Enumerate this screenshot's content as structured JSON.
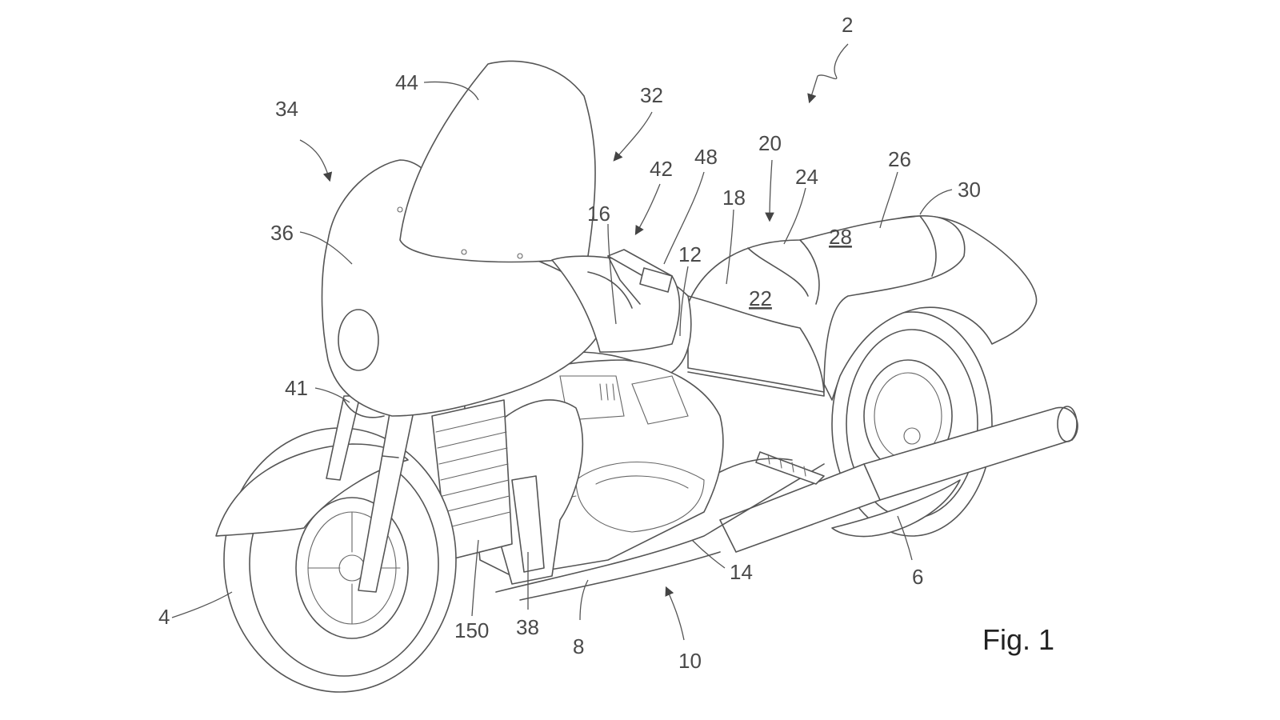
{
  "figure": {
    "caption": "Fig. 1",
    "labels": {
      "l2": "2",
      "l4": "4",
      "l6": "6",
      "l8": "8",
      "l10": "10",
      "l12": "12",
      "l14": "14",
      "l16": "16",
      "l18": "18",
      "l20": "20",
      "l22": "22",
      "l24": "24",
      "l26": "26",
      "l28": "28",
      "l30": "30",
      "l32": "32",
      "l34": "34",
      "l36": "36",
      "l38": "38",
      "l41": "41",
      "l42": "42",
      "l44": "44",
      "l48": "48",
      "l150": "150"
    }
  }
}
